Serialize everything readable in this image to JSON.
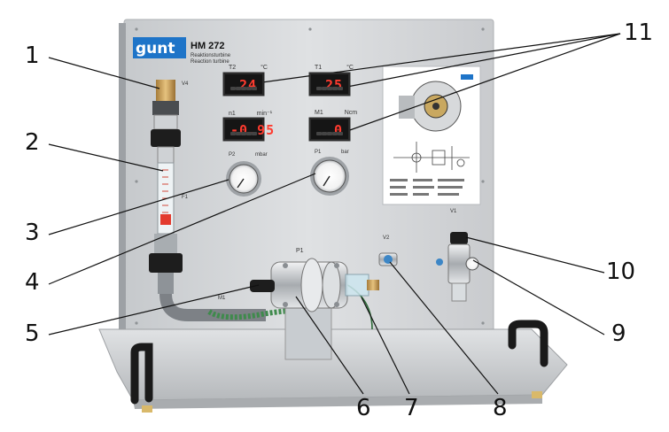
{
  "panel": {
    "brand": "gunt",
    "model": "HM 272",
    "subtitle_de": "Reaktionsturbine",
    "subtitle_en": "Reaction turbine",
    "label_v4": "V4",
    "label_f1": "F1",
    "label_m1": "M1",
    "label_v1": "V1",
    "label_v2": "V2",
    "label_p1": "P1"
  },
  "displays": [
    {
      "id": "T2",
      "value": "24",
      "unit": "°C"
    },
    {
      "id": "T1",
      "value": "25",
      "unit": "°C"
    },
    {
      "id": "n1",
      "value": "-0.95",
      "unit": "min⁻¹"
    },
    {
      "id": "M1",
      "value": "0",
      "unit": "Ncm"
    }
  ],
  "gauges": [
    {
      "id": "P2",
      "unit": "mbar"
    },
    {
      "id": "P1",
      "unit": "bar"
    }
  ],
  "callouts": [
    "1",
    "2",
    "3",
    "4",
    "5",
    "6",
    "7",
    "8",
    "9",
    "10",
    "11"
  ],
  "colors": {
    "panel": "#d6d8da",
    "base": "#c9cbcd",
    "display_red": "#ff3b2f",
    "brand_blue": "#1e74c8",
    "hose_green": "#3f8a4c"
  }
}
